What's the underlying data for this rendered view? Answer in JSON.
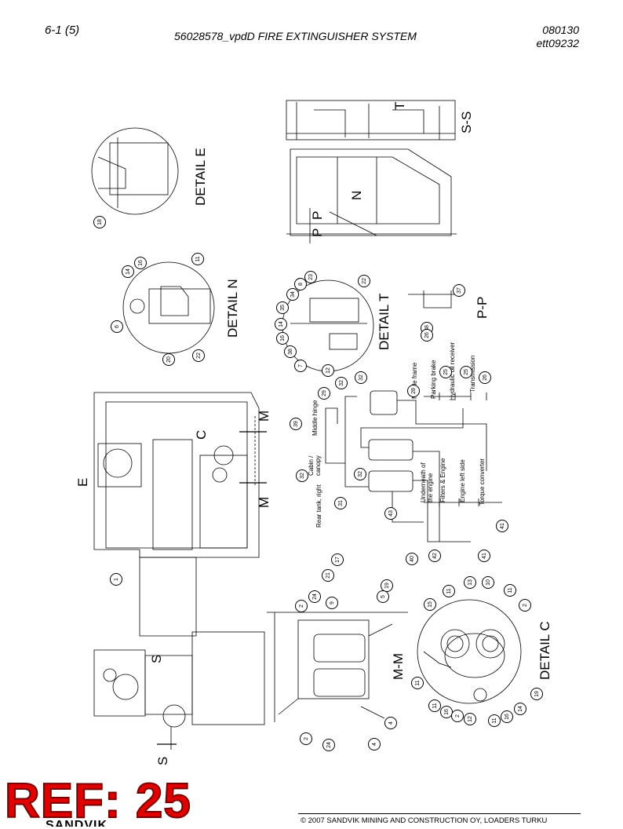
{
  "header": {
    "page": "6-1 (5)",
    "title": "56028578_vpdD FIRE EXTINGUISHER SYSTEM",
    "date": "080130",
    "doc_id": "ett09232"
  },
  "views": {
    "detail_e": "DETAIL E",
    "detail_n": "DETAIL N",
    "detail_t": "DETAIL T",
    "detail_c": "DETAIL C",
    "section_ss": "S-S",
    "section_pp": "P-P",
    "section_mm": "M-M"
  },
  "markers": {
    "e": "E",
    "c": "C",
    "m": "M",
    "s": "S",
    "n": "N",
    "t": "T",
    "p": "P"
  },
  "labels": {
    "rear_tank_right": "Rear tank, right",
    "cabin_canopy": "Cabin / canopy",
    "middle_hinge": "Middle hinge",
    "middle_frame": "Middle frame",
    "parking_brake": "Parking brake",
    "hydraulic_oil_receiver": "Hydraulic oil receiver",
    "transmission": "Transmission",
    "underneath_engine": "Underneath of the engine",
    "filters_engine": "Filters & Engine",
    "engine_left_side": "Engine left side",
    "torque_converter": "Torque converter"
  },
  "callouts": {
    "c18": "18",
    "c11a": "11",
    "c16a": "16",
    "c14a": "14",
    "c6": "6",
    "c20": "20",
    "c22a": "22",
    "c23": "23",
    "c8": "8",
    "c34": "34",
    "c35": "35",
    "c14b": "14",
    "c16b": "16",
    "c38a": "38",
    "c7": "7",
    "c12a": "12",
    "c22b": "22",
    "c37": "37",
    "c38b": "38",
    "c32a": "32",
    "c29": "29",
    "c39": "39",
    "c32b": "32",
    "c31": "31",
    "c32c": "32",
    "c28": "28",
    "c32d": "32",
    "c26": "26",
    "c25a": "25",
    "c25b": "25",
    "c26b": "26",
    "c43": "43",
    "c40": "40",
    "c42": "42",
    "c41a": "41",
    "c41b": "41",
    "c1": "1",
    "c17": "17",
    "c21": "21",
    "c2a": "2",
    "c24a": "24",
    "c9": "9",
    "c19a": "19",
    "c5": "5",
    "c2b": "2",
    "c24b": "24",
    "c4a": "4",
    "c4b": "4",
    "c15": "15",
    "c11b": "11",
    "c13": "13",
    "c10": "10",
    "c11c": "11",
    "c2c": "2",
    "c11d": "11",
    "c11e": "11",
    "c16c": "16",
    "c2d": "2",
    "c12b": "12",
    "c11f": "11",
    "c16d": "16",
    "c14c": "14",
    "c19b": "19"
  },
  "ref": "REF: 25",
  "brand": "SANDVIK",
  "footer": "© 2007 SANDVIK MINING AND CONSTRUCTION OY, LOADERS TURKU"
}
